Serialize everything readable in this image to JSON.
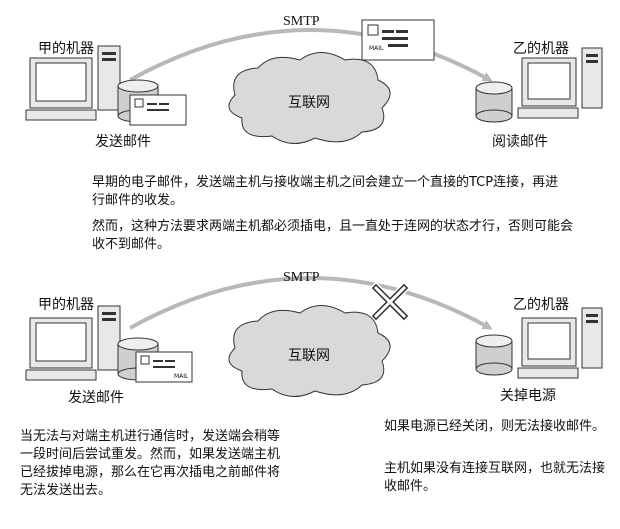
{
  "top": {
    "protocol": "SMTP",
    "sender_label": "甲的机器",
    "receiver_label": "乙的机器",
    "send_caption": "发送邮件",
    "read_caption": "阅读邮件",
    "network_label": "互联网",
    "mail_label": "MAIL",
    "desc_1": "早期的电子邮件，发送端主机与接收端主机之间会建立一个直接的TCP连接，再进行邮件的收发。",
    "desc_2": "然而，这种方法要求两端主机都必须插电，且一直处于连网的状态才行，否则可能会收不到邮件。"
  },
  "bottom": {
    "protocol": "SMTP",
    "sender_label": "甲的机器",
    "receiver_label": "乙的机器",
    "send_caption": "发送邮件",
    "power_caption": "关掉电源",
    "network_label": "互联网",
    "mail_label": "MAIL",
    "left_desc": "当无法与对端主机进行通信时，发送端会稍等一段时间后尝试重发。然而，如果发送端主机已经拔掉电源，那么在它再次插电之前邮件将无法发送出去。",
    "right_desc_1": "如果电源已经关闭，则无法接收邮件。",
    "right_desc_2": "主机如果没有连接互联网，也就无法接收邮件。"
  },
  "colors": {
    "arrow": "#b8b8b8",
    "cloud_fill": "#d9d9d9",
    "stroke": "#333333"
  },
  "icons": [
    "computer-icon",
    "mail-server-icon",
    "mail-envelope-icon",
    "internet-cloud-icon",
    "cross-mark-icon"
  ]
}
